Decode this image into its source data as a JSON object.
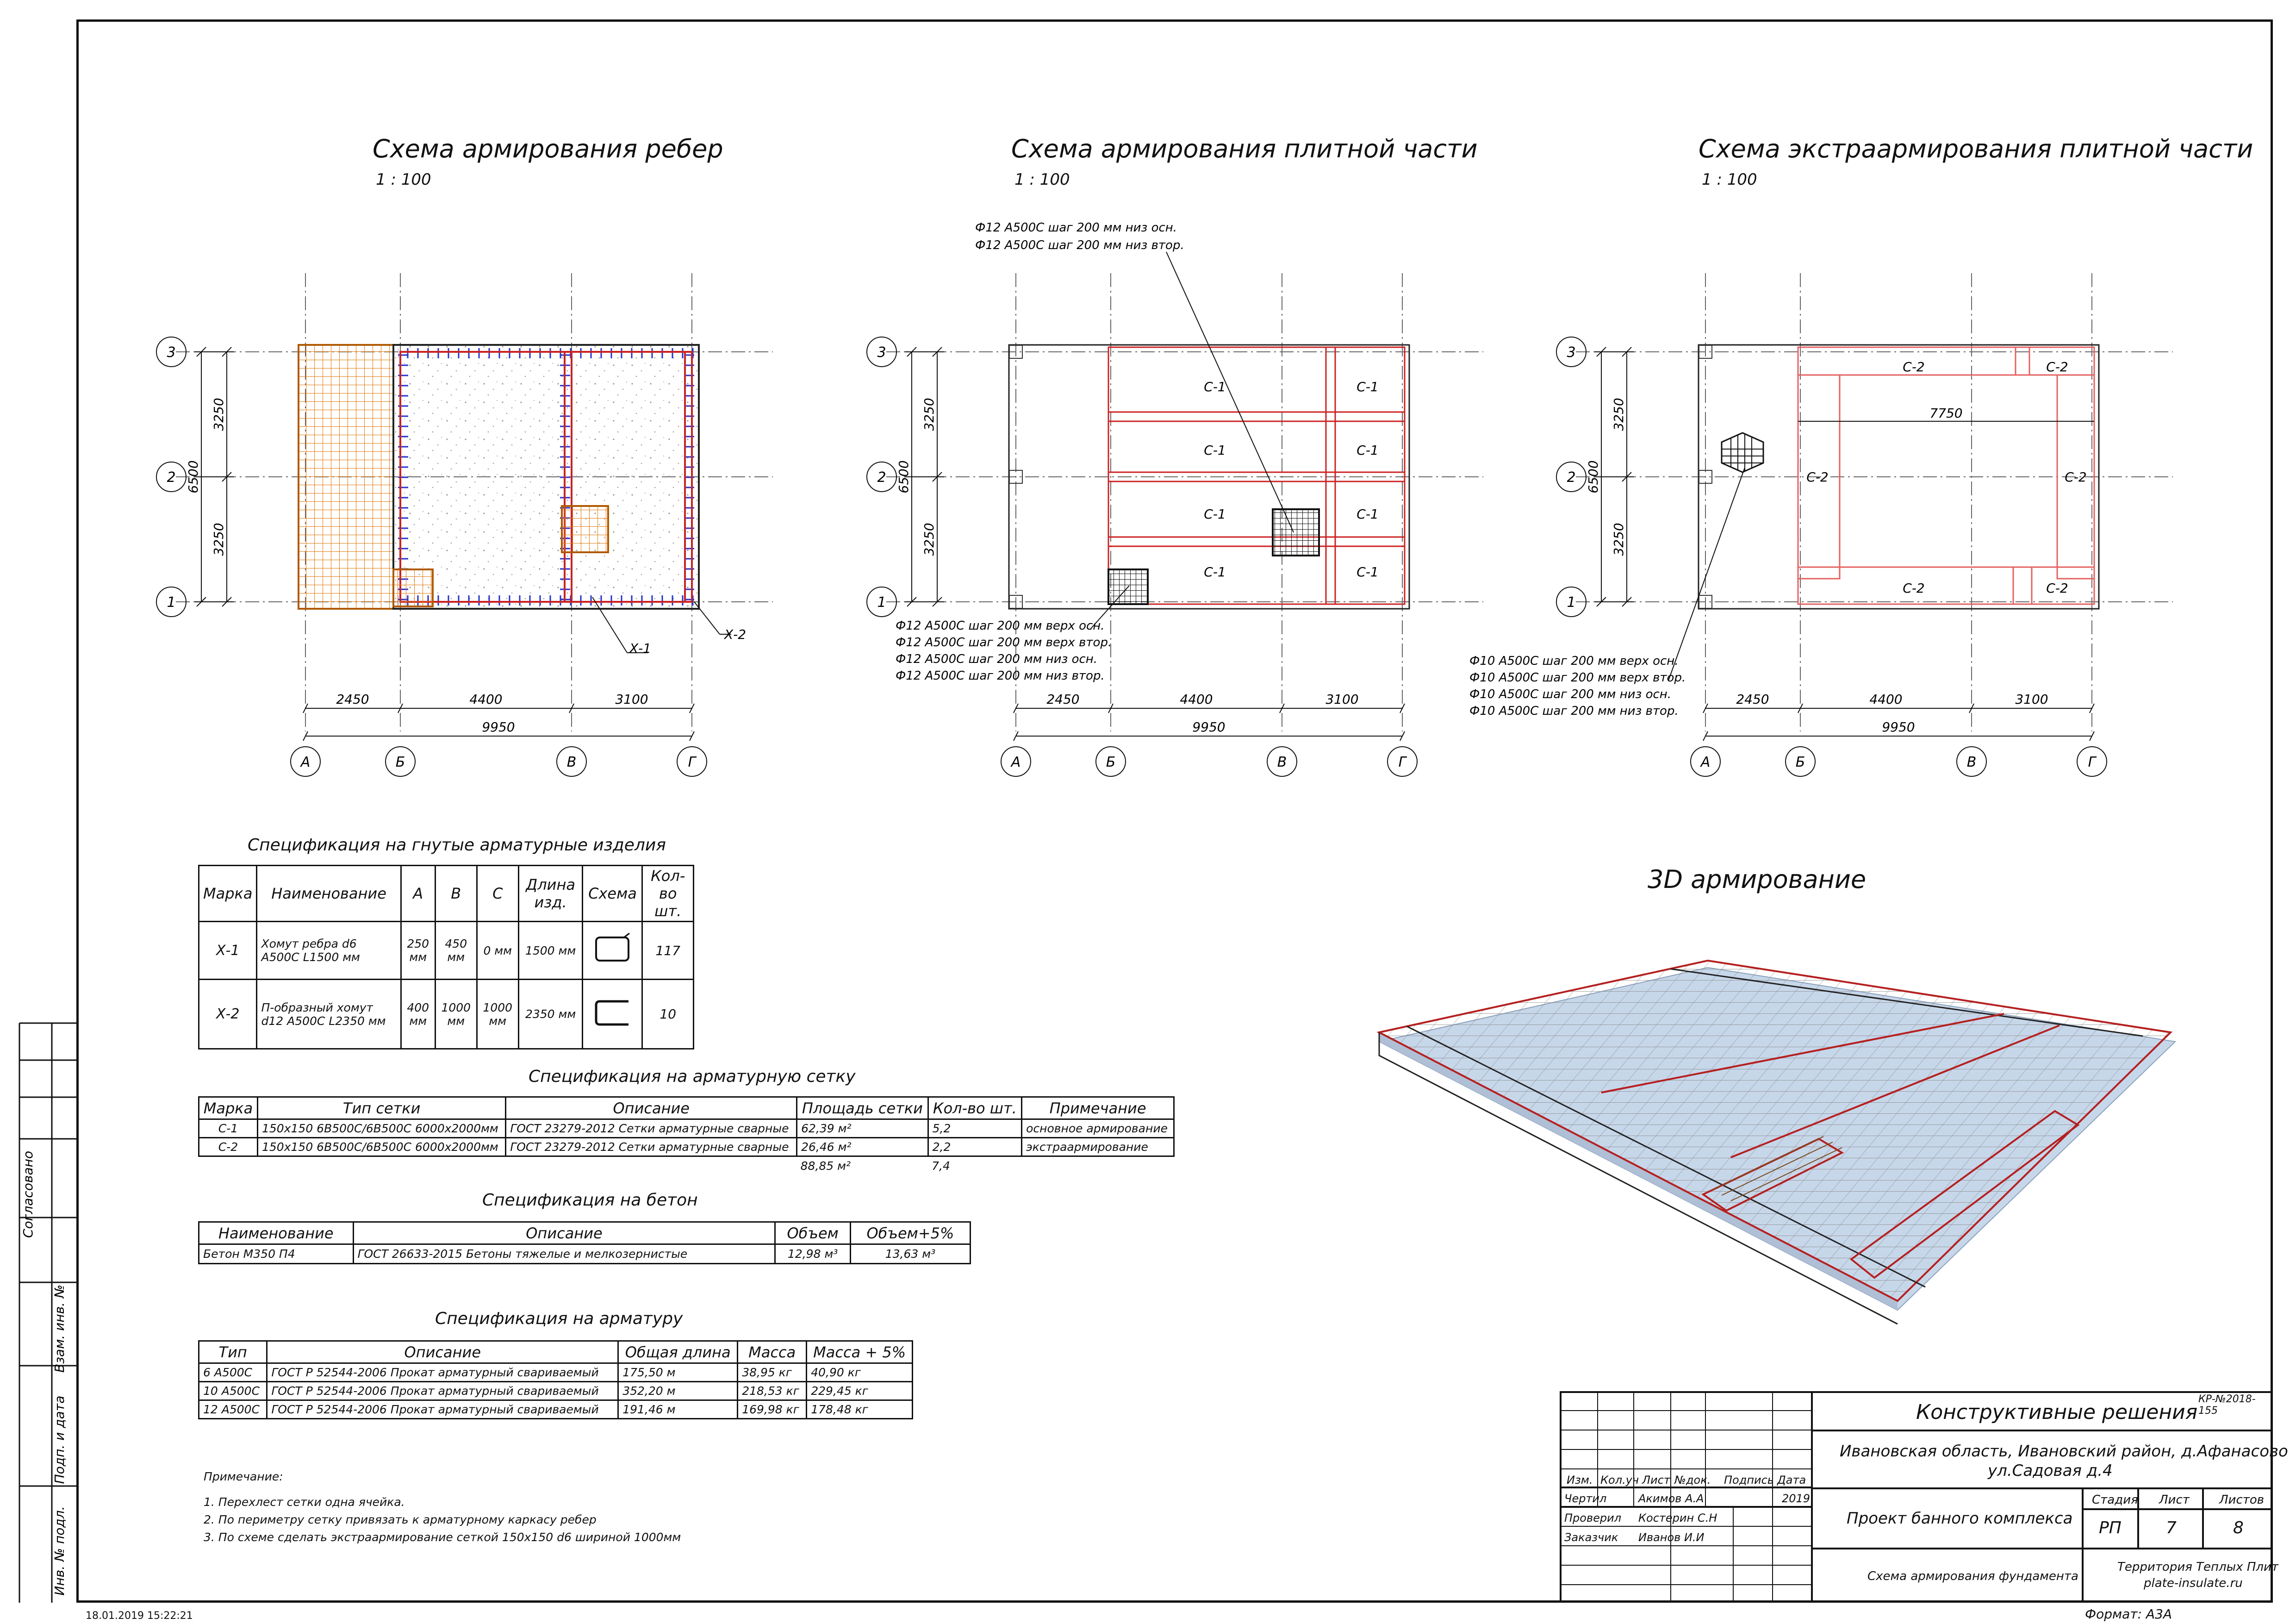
{
  "titles": {
    "ribs": "Схема армирования ребер",
    "slab": "Схема армирования плитной части",
    "extra": "Схема экстраармирования плитной части",
    "scale": "1 : 100",
    "three_d": "3D армирование"
  },
  "grid": {
    "rows": [
      "1",
      "2",
      "3"
    ],
    "cols": [
      "А",
      "Б",
      "В",
      "Г"
    ],
    "dims_top": [
      "3250",
      "3250"
    ],
    "dim_total_v": "6500",
    "dims_bottom": [
      "2450",
      "4400",
      "3100"
    ],
    "dim_total_h": "9950"
  },
  "ribs_labels": {
    "x1": "Х-1",
    "x2": "Х-2"
  },
  "slab_labels": {
    "top_callout": [
      "Ф12 А500С шаг 200 мм низ осн.",
      "Ф12 А500С шаг 200 мм низ втор."
    ],
    "bottom_callout": [
      "Ф12 А500С шаг 200 мм верх осн.",
      "Ф12 А500С шаг 200 мм верх втор.",
      "Ф12 А500С шаг 200 мм низ осн.",
      "Ф12 А500С шаг 200 мм низ втор."
    ],
    "mesh": "С-1"
  },
  "extra_labels": {
    "callout": [
      "Ф10 А500С шаг 200 мм верх осн.",
      "Ф10 А500С шаг 200 мм верх втор.",
      "Ф10 А500С шаг 200 мм низ осн.",
      "Ф10 А500С шаг 200 мм низ втор."
    ],
    "mesh": "С-2",
    "dim": "7750"
  },
  "spec_bent": {
    "title": "Спецификация на гнутые арматурные изделия",
    "headers": [
      "Марка",
      "Наименование",
      "A",
      "B",
      "C",
      "Длина изд.",
      "Схема",
      "Кол-во шт."
    ],
    "rows": [
      [
        "Х-1",
        "Хомут ребра d6 А500С L1500 мм",
        "250 мм",
        "450 мм",
        "0 мм",
        "1500 мм",
        "",
        "117"
      ],
      [
        "Х-2",
        "П-образный хомут d12 А500С L2350 мм",
        "400 мм",
        "1000 мм",
        "1000 мм",
        "2350 мм",
        "",
        "10"
      ]
    ]
  },
  "spec_mesh": {
    "title": "Спецификация на арматурную сетку",
    "headers": [
      "Марка",
      "Тип сетки",
      "Описание",
      "Площадь сетки",
      "Кол-во шт.",
      "Примечание"
    ],
    "rows": [
      [
        "С-1",
        "150х150 6В500С/6В500С 6000х2000мм",
        "ГОСТ 23279-2012 Сетки арматурные сварные",
        "62,39 м²",
        "5,2",
        "основное армирование"
      ],
      [
        "С-2",
        "150х150 6В500С/6В500С 6000х2000мм",
        "ГОСТ 23279-2012 Сетки арматурные сварные",
        "26,46 м²",
        "2,2",
        "экстраармирование"
      ]
    ],
    "total_area": "88,85 м²",
    "total_count": "7,4"
  },
  "spec_concrete": {
    "title": "Спецификация на бетон",
    "headers": [
      "Наименование",
      "Описание",
      "Объем",
      "Объем+5%"
    ],
    "rows": [
      [
        "Бетон М350 П4",
        "ГОСТ 26633-2015 Бетоны тяжелые и мелкозернистые",
        "12,98 м³",
        "13,63 м³"
      ]
    ]
  },
  "spec_rebar": {
    "title": "Спецификация на арматуру",
    "headers": [
      "Тип",
      "Описание",
      "Общая длина",
      "Масса",
      "Масса + 5%"
    ],
    "rows": [
      [
        "6 А500С",
        "ГОСТ Р 52544-2006 Прокат арматурный свариваемый",
        "175,50 м",
        "38,95 кг",
        "40,90 кг"
      ],
      [
        "10 А500С",
        "ГОСТ Р 52544-2006 Прокат арматурный свариваемый",
        "352,20 м",
        "218,53 кг",
        "229,45 кг"
      ],
      [
        "12 А500С",
        "ГОСТ Р 52544-2006 Прокат арматурный свариваемый",
        "191,46 м",
        "169,98 кг",
        "178,48 кг"
      ]
    ]
  },
  "notes": {
    "title": "Примечание:",
    "items": [
      "1.   Перехлест сетки одна ячейка.",
      "2.   По периметру сетку привязать к арматурному каркасу ребер",
      "3.   По схеме сделать экстраармирование сеткой 150х150 d6 шириной 1000мм"
    ]
  },
  "side_stamp": [
    "Согласовано",
    "Взам. инв. №",
    "Подп. и дата",
    "Инв. № подл."
  ],
  "stamp": {
    "code": "КР-№2018-155",
    "title": "Конструктивные решения",
    "address": [
      "Ивановская область, Ивановский район, д.Афанасово",
      "ул.Садовая д.4"
    ],
    "headers": [
      "Изм.",
      "Кол.уч",
      "Лист",
      "№док.",
      "Подпись",
      "Дата"
    ],
    "people": [
      [
        "Чертил",
        "Акимов А.А"
      ],
      [
        "Проверил",
        "Костерин С.Н"
      ],
      [
        "Заказчик",
        "Иванов И.И"
      ]
    ],
    "year": "2019",
    "project": "Проект банного комплекса",
    "stage_label": "Стадия",
    "sheet_label": "Лист",
    "sheets_label": "Листов",
    "stage": "РП",
    "sheet": "7",
    "sheets": "8",
    "drawing": "Схема армирования фундамента",
    "org": [
      "Территория Теплых Плит",
      "plate-insulate.ru"
    ]
  },
  "footer": {
    "date": "18.01.2019 15:22:21",
    "format": "Формат: А3А"
  }
}
